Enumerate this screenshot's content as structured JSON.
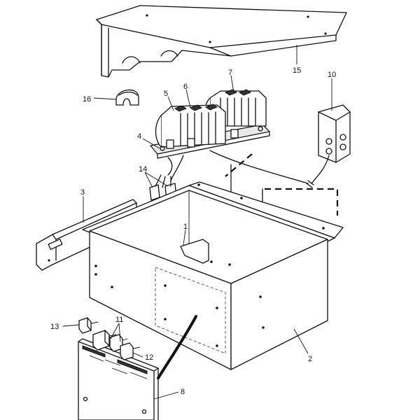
{
  "callouts": {
    "c1": "1",
    "c2": "2",
    "c3": "3",
    "c4": "4",
    "c5": "5",
    "c6": "6",
    "c7": "7",
    "c8": "8",
    "c10": "10",
    "c11": "11",
    "c12": "12",
    "c13": "13",
    "c14": "14",
    "c15": "15",
    "c16": "16"
  }
}
